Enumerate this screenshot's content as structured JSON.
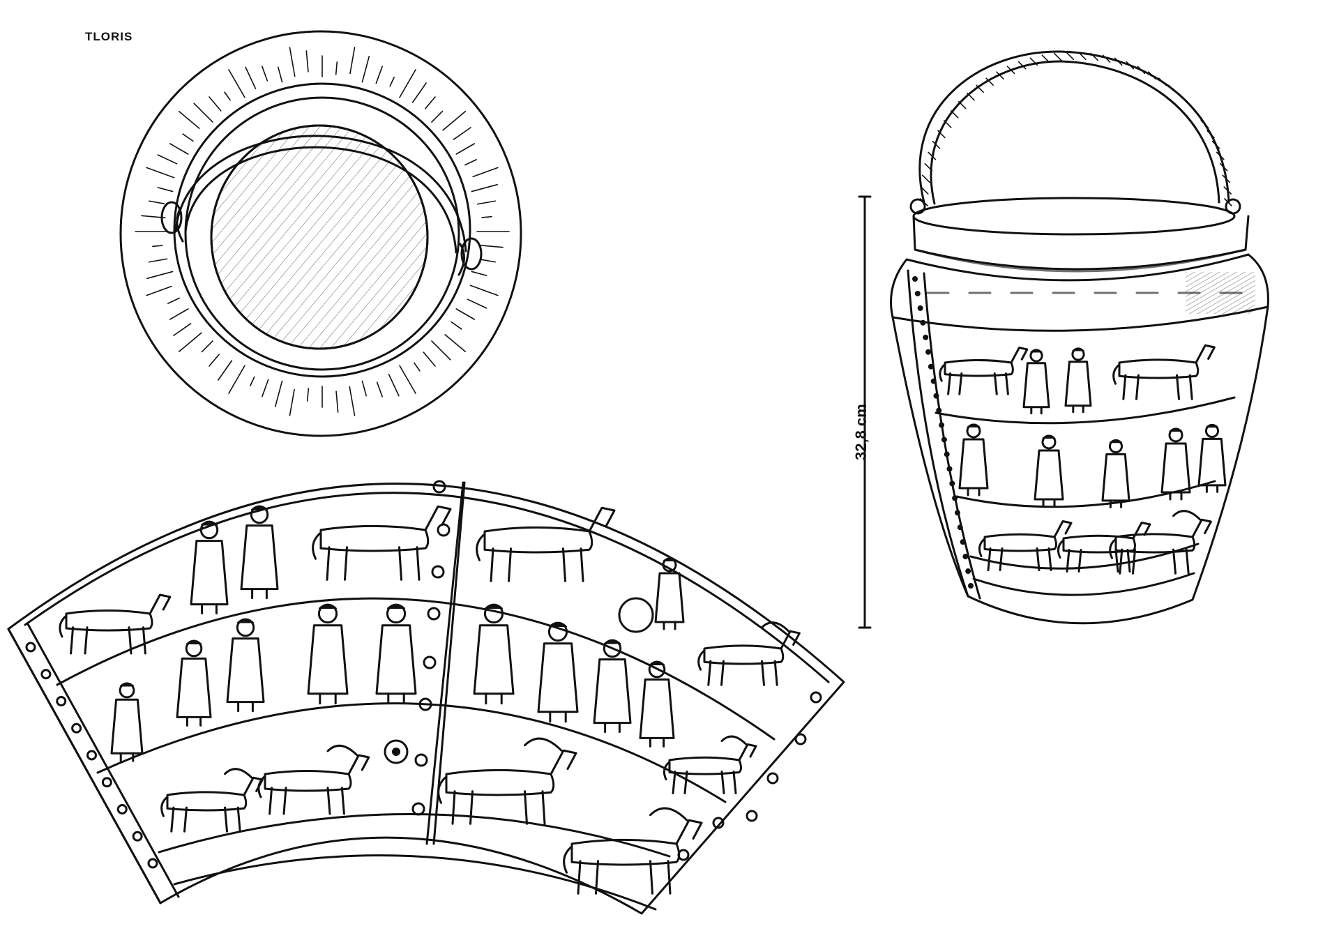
{
  "sheet": {
    "site_label": "TLORIS",
    "height_measure": "32,8 cm"
  },
  "colors": {
    "ink": "#111111",
    "paper": "#ffffff"
  },
  "figures": [
    {
      "name": "top-view-of-situla"
    },
    {
      "name": "unrolled-frieze-of-situla"
    },
    {
      "name": "side-view-of-situla"
    }
  ]
}
